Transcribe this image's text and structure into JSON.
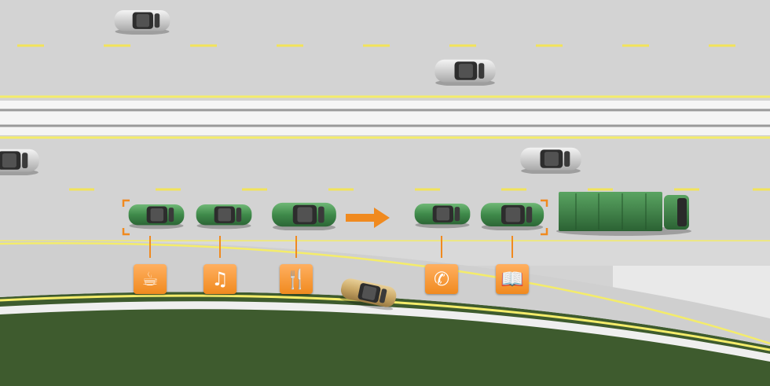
{
  "scene": {
    "title": "",
    "colors": {
      "road": "#cfcfcf",
      "lane_mark": "#f2e35a",
      "edge_line": "#f4ec6a",
      "median": "#f4f4f4",
      "grass": "#3f5d2f",
      "platoon_car": "#3f8a4a",
      "accent": "#f08a1f",
      "truck": "#3c8a45",
      "other_car": "#d9d9d9",
      "merging_car": "#c9a766"
    },
    "platoon": {
      "vehicles": [
        "car",
        "car",
        "car",
        "car",
        "car",
        "truck"
      ],
      "direction": "right-arrow"
    },
    "activity_icons": [
      {
        "name": "coffee-cup-icon",
        "glyph": "☕"
      },
      {
        "name": "music-note-icon",
        "glyph": "♫"
      },
      {
        "name": "fork-knife-icon",
        "glyph": "🍴"
      },
      {
        "name": "phone-icon",
        "glyph": "✆"
      },
      {
        "name": "open-book-icon",
        "glyph": "📖"
      }
    ]
  }
}
